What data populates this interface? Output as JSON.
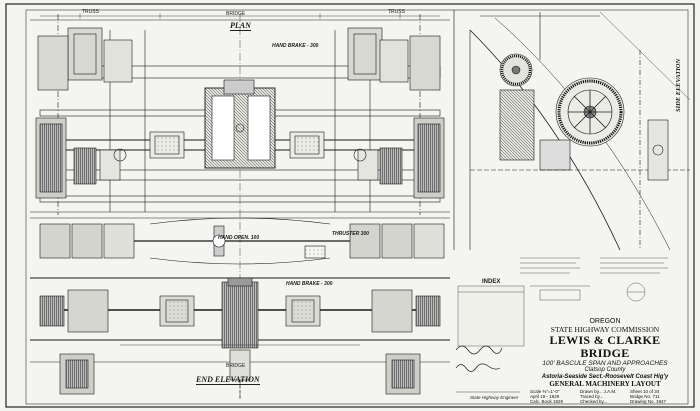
{
  "drawing": {
    "plan_title": "PLAN",
    "end_elevation_title": "END ELEVATION",
    "side_elevation_title": "SIDE ELEVATION",
    "hand_brake_1": "HAND BRAKE - 300",
    "hand_brake_2": "HAND BRAKE - 300",
    "hand_open_label": "HAND OPEN. 100",
    "thruster_label": "THRUSTER 300",
    "bridge_label": "BRIDGE",
    "bridge_label_2": "BRIDGE",
    "truss_left": "TRUSS",
    "truss_right": "TRUSS",
    "index_title": "INDEX"
  },
  "title_block": {
    "state": "OREGON",
    "commission": "STATE HIGHWAY COMMISSION",
    "bridge_name": "LEWIS & CLARKE BRIDGE",
    "span": "100' BASCULE SPAN AND APPROACHES",
    "county": "Clatsop County",
    "section": "Astoria-Seaside Sect.-Roosevelt Coast Hig'y",
    "layout": "GENERAL MACHINERY LAYOUT",
    "scale": "Scale ⅜\"=1'-0\"",
    "drawn_by": "Drawn by... J.A.M.",
    "sheet": "Sheet 10 of 34",
    "date": "April 19 - 1929",
    "traced_by": "Traced by...",
    "bridge_no": "Bridge No. 711",
    "calc_book": "Calc. Book 1929",
    "checked_by": "Checked by...",
    "drawing_no": "Drawing No. 1947",
    "engineer": "State Highway Engineer"
  }
}
